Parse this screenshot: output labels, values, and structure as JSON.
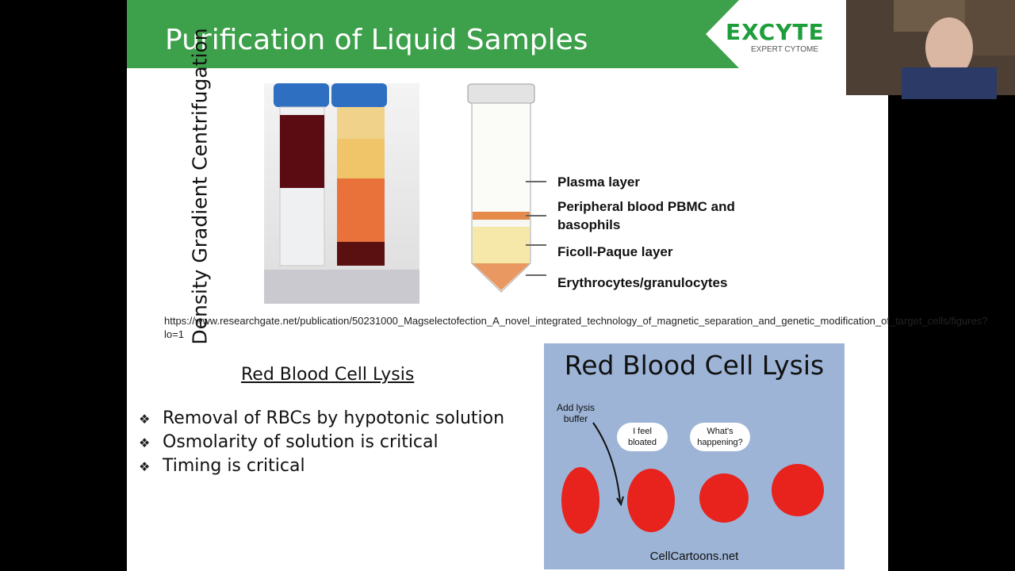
{
  "slide": {
    "title": "Purification of Liquid Samples",
    "logo": {
      "brand": "EXCYTE",
      "tagline": "EXPERT CYTOME"
    },
    "vertical_label": "Density Gradient Centrifugation",
    "layers": [
      "Plasma layer",
      "Peripheral blood PBMC and basophils",
      "Ficoll-Paque layer",
      "Erythrocytes/granulocytes"
    ],
    "reference": "https://www.researchgate.net/publication/50231000_Magselectofection_A_novel_integrated_technology_of_magnetic_separation_and_genetic_modification_of_target_cells/figures?lo=1",
    "section_heading": "Red Blood Cell Lysis",
    "bullets": [
      "Removal of RBCs by hypotonic solution",
      "Osmolarity of solution is critical",
      "Timing is critical"
    ],
    "bullet_glyph": "❖",
    "cartoon": {
      "title": "Red Blood Cell Lysis",
      "caption": "Add lysis buffer",
      "bubble1": "I feel bloated",
      "bubble2": "What's happening?",
      "credit": "CellCartoons.net"
    }
  },
  "colors": {
    "green": "#3da04a",
    "cartoon_bg": "#9db4d6",
    "cell_red": "#e8221c"
  }
}
